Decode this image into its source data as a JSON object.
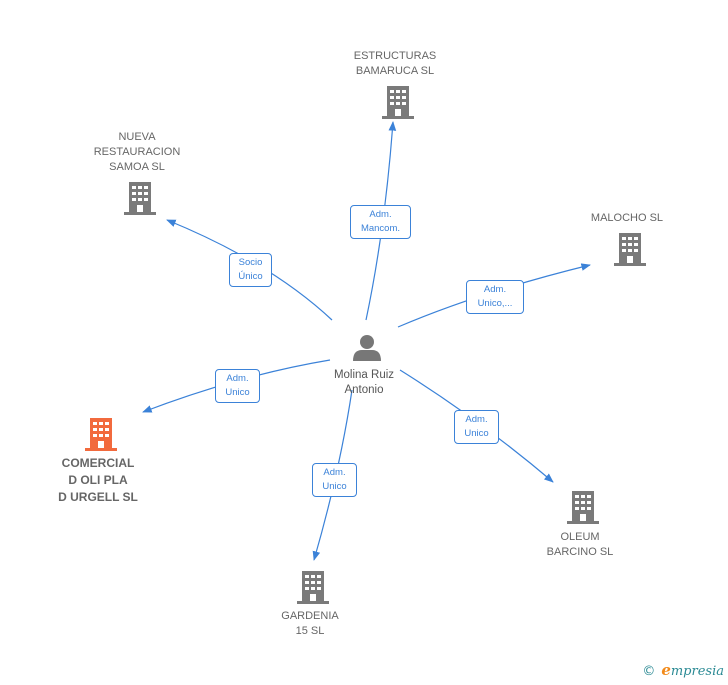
{
  "center": {
    "name": "Molina Ruiz\nAntonio"
  },
  "companies": {
    "estructuras": "ESTRUCTURAS\nBAMARUCA SL",
    "nueva": "NUEVA\nRESTAURACION\nSAMOA  SL",
    "malocho": "MALOCHO SL",
    "comercial": "COMERCIAL\nD OLI PLA\nD URGELL  SL",
    "oleum": "OLEUM\nBARCINO  SL",
    "gardenia": "GARDENIA\n15 SL"
  },
  "relations": {
    "estructuras": "Adm.\nMancom.",
    "nueva": "Socio\nÚnico",
    "malocho": "Adm.\nUnico,...",
    "comercial": "Adm.\nUnico",
    "oleum": "Adm.\nUnico",
    "gardenia": "Adm.\nUnico"
  },
  "colors": {
    "edge": "#3b82d8",
    "building": "#7a7a7a",
    "highlight_building": "#f26a3d",
    "person": "#777777"
  },
  "icons": {
    "company": "building-icon",
    "person": "person-icon"
  },
  "watermark": {
    "copyright": "©",
    "brand": "mpresia",
    "brand_initial": "e"
  }
}
